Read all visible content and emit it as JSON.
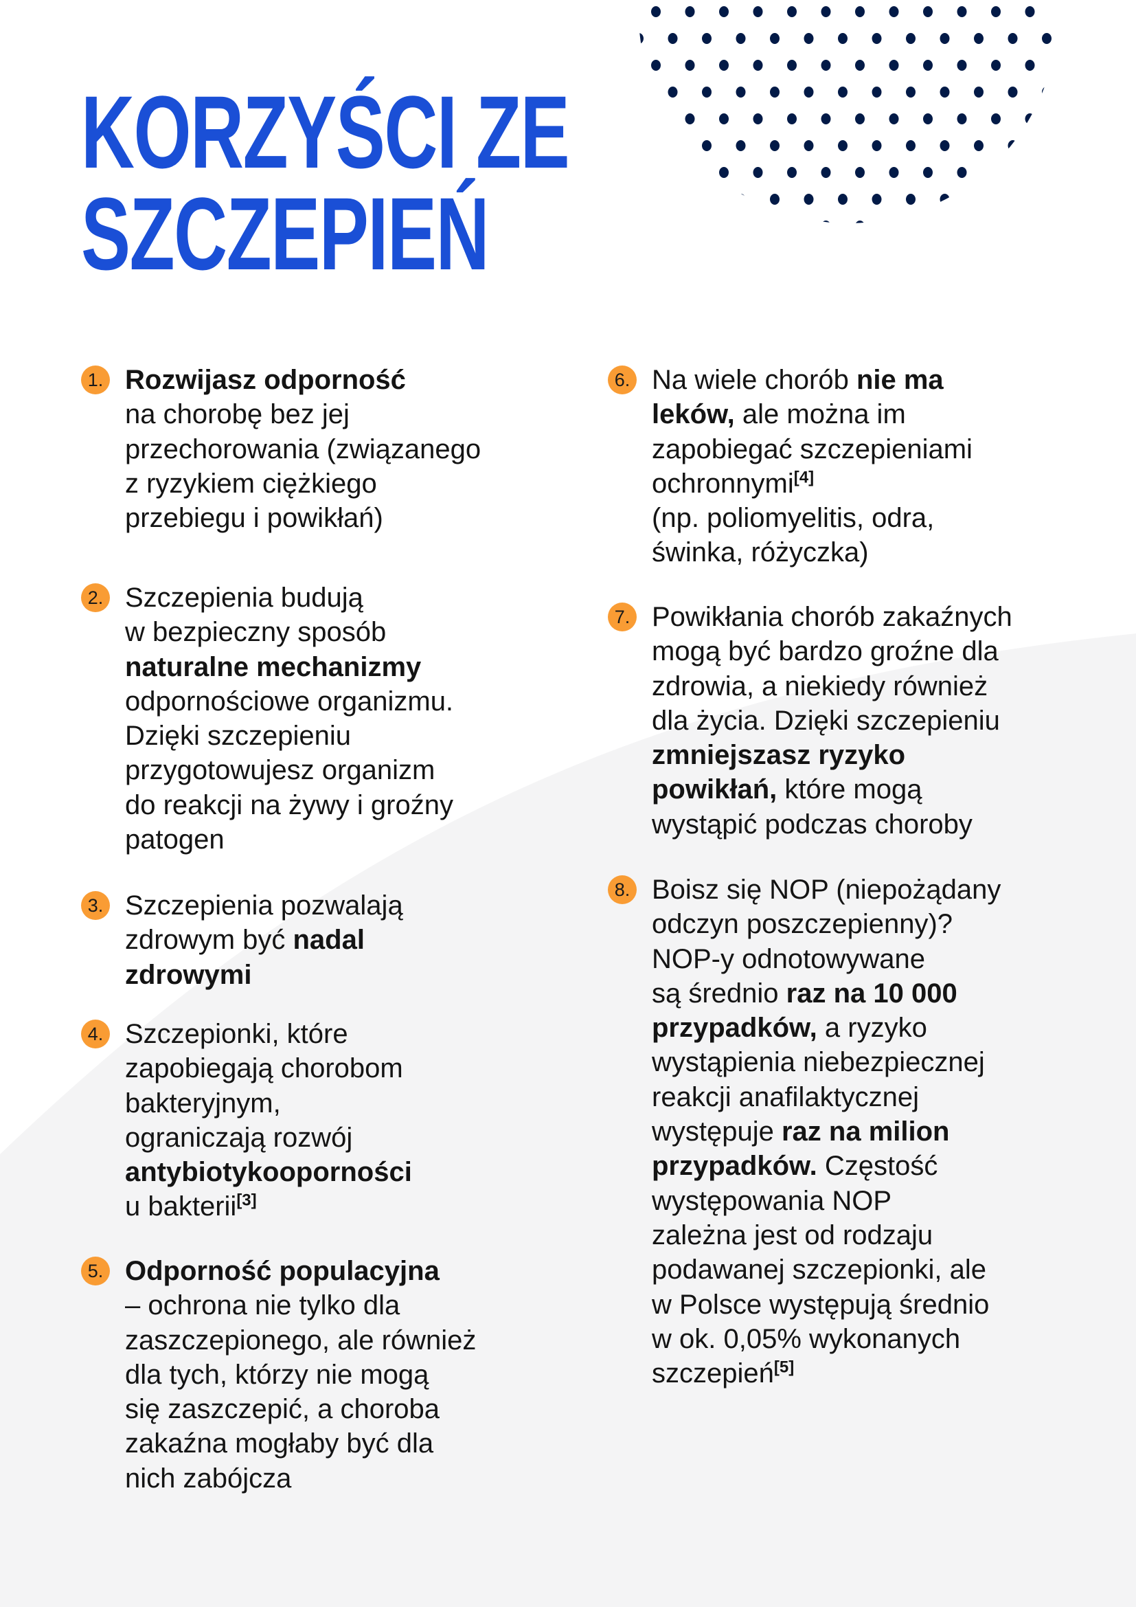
{
  "title": {
    "line1": "KORZYŚCI ZE",
    "line2": "SZCZEPIEŃ"
  },
  "colors": {
    "title": "#1a4fd6",
    "badge": "#f99c34",
    "dots": "#021a47",
    "background_curve": "#f4f4f5"
  },
  "items": [
    {
      "number": "1.",
      "lines": [
        [
          [
            "Rozwijasz odporność",
            "b"
          ]
        ],
        [
          [
            "na chorobę bez jej",
            ""
          ]
        ],
        [
          [
            "przechorowania (związanego",
            ""
          ]
        ],
        [
          [
            "z ryzykiem ciężkiego",
            ""
          ]
        ],
        [
          [
            "przebiegu i powikłań)",
            ""
          ]
        ]
      ]
    },
    {
      "number": "2.",
      "lines": [
        [
          [
            "Szczepienia budują",
            ""
          ]
        ],
        [
          [
            "w bezpieczny sposób",
            ""
          ]
        ],
        [
          [
            "naturalne mechanizmy",
            "b"
          ]
        ],
        [
          [
            "odpornościowe organizmu.",
            ""
          ]
        ],
        [
          [
            "Dzięki szczepieniu",
            ""
          ]
        ],
        [
          [
            "przygotowujesz organizm",
            ""
          ]
        ],
        [
          [
            "do reakcji na żywy i groźny",
            ""
          ]
        ],
        [
          [
            "patogen",
            ""
          ]
        ]
      ]
    },
    {
      "number": "3.",
      "lines": [
        [
          [
            "Szczepienia pozwalają",
            ""
          ]
        ],
        [
          [
            "zdrowym być ",
            ""
          ],
          [
            "nadal",
            "b"
          ]
        ],
        [
          [
            "zdrowymi",
            "b"
          ]
        ]
      ]
    },
    {
      "number": "4.",
      "lines": [
        [
          [
            "Szczepionki, które",
            ""
          ]
        ],
        [
          [
            "zapobiegają chorobom",
            ""
          ]
        ],
        [
          [
            "bakteryjnym,",
            ""
          ]
        ],
        [
          [
            "ograniczają rozwój",
            ""
          ]
        ],
        [
          [
            "antybiotykooporności",
            "b"
          ]
        ],
        [
          [
            "u bakterii",
            ""
          ],
          [
            "[3]",
            "s"
          ]
        ]
      ]
    },
    {
      "number": "5.",
      "lines": [
        [
          [
            "Odporność populacyjna",
            "b"
          ]
        ],
        [
          [
            "– ochrona nie tylko dla",
            ""
          ]
        ],
        [
          [
            "zaszczepionego, ale również",
            ""
          ]
        ],
        [
          [
            "dla tych, którzy nie mogą",
            ""
          ]
        ],
        [
          [
            "się zaszczepić, a choroba",
            ""
          ]
        ],
        [
          [
            "zakaźna mogłaby być dla",
            ""
          ]
        ],
        [
          [
            "nich zabójcza",
            ""
          ]
        ]
      ]
    },
    {
      "number": "6.",
      "lines": [
        [
          [
            "Na wiele chorób ",
            ""
          ],
          [
            "nie ma",
            "b"
          ]
        ],
        [
          [
            "leków,",
            "b"
          ],
          [
            " ale można im",
            ""
          ]
        ],
        [
          [
            "zapobiegać szczepieniami",
            ""
          ]
        ],
        [
          [
            "ochronnymi",
            ""
          ],
          [
            "[4]",
            "s"
          ]
        ],
        [
          [
            "(np. poliomyelitis, odra,",
            ""
          ]
        ],
        [
          [
            "świnka, różyczka)",
            ""
          ]
        ]
      ]
    },
    {
      "number": "7.",
      "lines": [
        [
          [
            "Powikłania chorób zakaźnych",
            ""
          ]
        ],
        [
          [
            "mogą być bardzo groźne dla",
            ""
          ]
        ],
        [
          [
            "zdrowia, a niekiedy również",
            ""
          ]
        ],
        [
          [
            "dla życia. Dzięki szczepieniu",
            ""
          ]
        ],
        [
          [
            "zmniejszasz ryzyko",
            "b"
          ]
        ],
        [
          [
            "powikłań,",
            "b"
          ],
          [
            " które mogą",
            ""
          ]
        ],
        [
          [
            "wystąpić podczas choroby",
            ""
          ]
        ]
      ]
    },
    {
      "number": "8.",
      "lines": [
        [
          [
            "Boisz się NOP (niepożądany",
            ""
          ]
        ],
        [
          [
            "odczyn poszczepienny)?",
            ""
          ]
        ],
        [
          [
            "NOP-y odnotowywane",
            ""
          ]
        ],
        [
          [
            "są średnio ",
            ""
          ],
          [
            "raz na 10 000",
            "b"
          ]
        ],
        [
          [
            "przypadków,",
            "b"
          ],
          [
            " a ryzyko",
            ""
          ]
        ],
        [
          [
            "wystąpienia niebezpiecznej",
            ""
          ]
        ],
        [
          [
            "reakcji anafilaktycznej",
            ""
          ]
        ],
        [
          [
            "występuje ",
            ""
          ],
          [
            "raz na milion",
            "b"
          ]
        ],
        [
          [
            "przypadków.",
            "b"
          ],
          [
            " Częstość",
            ""
          ]
        ],
        [
          [
            "występowania NOP",
            ""
          ]
        ],
        [
          [
            "zależna jest od rodzaju",
            ""
          ]
        ],
        [
          [
            "podawanej szczepionki, ale",
            ""
          ]
        ],
        [
          [
            "w Polsce występują średnio",
            ""
          ]
        ],
        [
          [
            "w ok. 0,05% wykonanych",
            ""
          ]
        ],
        [
          [
            "szczepień",
            ""
          ],
          [
            "[5]",
            "s"
          ]
        ]
      ]
    }
  ]
}
